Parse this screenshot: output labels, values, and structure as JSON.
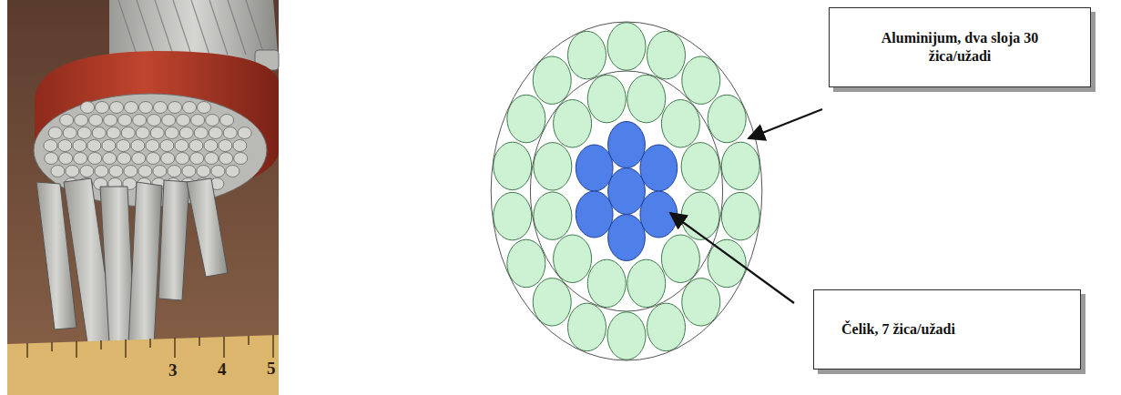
{
  "diagram": {
    "nodes": [
      {
        "text": [
          "Aluminijum, dva sloja 30 žica/užadi"
        ]
      },
      {
        "text": [
          "Čelik, 7 žica/užadi"
        ]
      }
    ],
    "labels": [
      "3",
      "4",
      "5"
    ]
  }
}
